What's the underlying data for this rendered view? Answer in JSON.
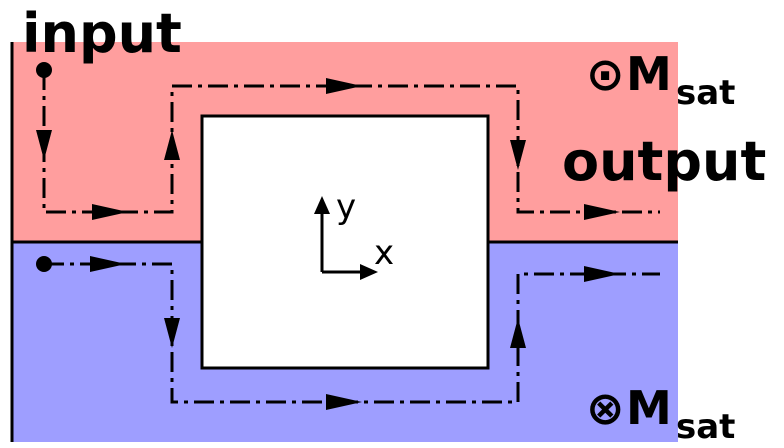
{
  "labels": {
    "input": "input",
    "output": "output",
    "m_top_symbol": "⊙",
    "m_top": "M",
    "m_top_sub": "sat",
    "m_bottom_symbol": "⊗",
    "m_bottom": "M",
    "m_bottom_sub": "sat",
    "axis_y": "y",
    "axis_x": "x"
  },
  "colors": {
    "top_region": "#ff9e9e",
    "bottom_region": "#9e9eff",
    "center_block": "#ffffff",
    "lines": "#000000"
  }
}
